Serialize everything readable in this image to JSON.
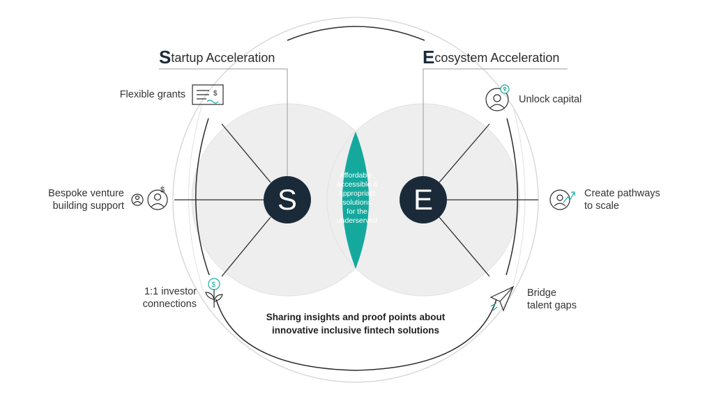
{
  "left_heading": {
    "cap": "S",
    "rest": "tartup Acceleration"
  },
  "right_heading": {
    "cap": "E",
    "rest": "cosystem Acceleration"
  },
  "left_items": [
    {
      "label_1": "Flexible grants",
      "icon": "grant-check-icon"
    },
    {
      "label_1": "Bespoke venture",
      "label_2": "building support",
      "icon": "venture-support-icon"
    },
    {
      "label_1": "1:1 investor",
      "label_2": "connections",
      "icon": "investor-plant-icon"
    }
  ],
  "right_items": [
    {
      "label_1": "Unlock capital",
      "icon": "unlock-capital-icon"
    },
    {
      "label_1": "Create pathways",
      "label_2": "to scale",
      "icon": "growth-pathway-icon"
    },
    {
      "label_1": "Bridge",
      "label_2": "talent gaps",
      "icon": "paper-plane-icon"
    }
  ],
  "left_node": "S",
  "right_node": "E",
  "center": {
    "line_1": "Affordable,",
    "line_2": "Accessible &",
    "line_3": "Appropriate",
    "line_4": "solutions",
    "line_5": "for the",
    "line_6": "underserved"
  },
  "bottom": {
    "line_1": "Sharing insights and proof points about",
    "line_2": "innovative inclusive fintech solutions"
  },
  "colors": {
    "navy": "#1b2a38",
    "teal": "#15a99e",
    "circle_fill": "#eeeeee",
    "line": "#2b2b2b",
    "ring": "#d6d6d6"
  }
}
